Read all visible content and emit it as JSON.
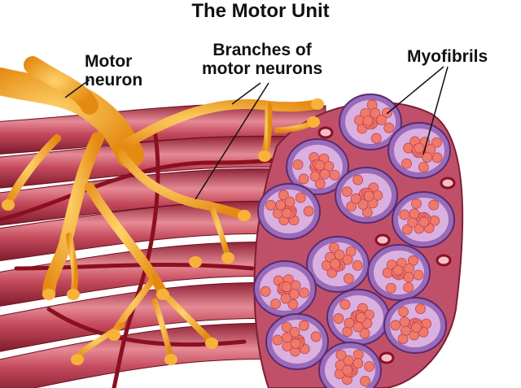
{
  "title": "The Motor Unit",
  "labels": {
    "motor_neuron_1": "Motor",
    "motor_neuron_2": "neuron",
    "branches_1": "Branches of",
    "branches_2": "motor neurons",
    "myofibrils": "Myofibrils"
  },
  "colors": {
    "neuron": "#f5a623",
    "muscle": "#c8485a",
    "fascicle": "#9a6bb8",
    "myofibril": "#f07a6a",
    "vessel": "#8a1020"
  }
}
